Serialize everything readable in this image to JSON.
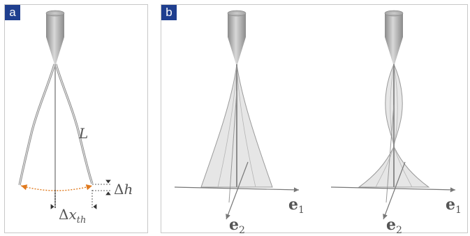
{
  "panel_a": {
    "tag": "a",
    "label_L": "L",
    "label_dh_prefix": "Δ",
    "label_dh_var": "h",
    "label_dx_prefix": "Δ",
    "label_dx_var": "x",
    "label_dx_sub": "th"
  },
  "panel_b": {
    "tag": "b",
    "axis_e1": "e",
    "axis_e1_sub": "1",
    "axis_e2": "e",
    "axis_e2_sub": "2"
  },
  "colors": {
    "tag_bg": "#1f3f8f",
    "metal": "#a0a0a0",
    "fiber": "#8c8c8c",
    "orange_arc": "#e07a1f",
    "membrane": "#e6e6e6"
  }
}
